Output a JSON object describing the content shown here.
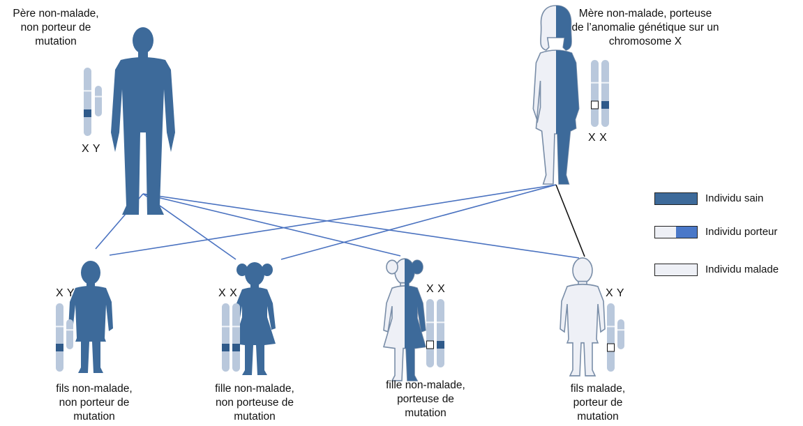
{
  "father": {
    "label": [
      "Père non-malade,",
      "non porteur de",
      "mutation"
    ],
    "chromosomes": "X Y"
  },
  "mother": {
    "label": [
      "Mère non-malade, porteuse",
      "de l’anomalie génétique sur un",
      "chromosome X"
    ],
    "chromosomes": "X X"
  },
  "children": [
    {
      "label": [
        "fils non-malade,",
        "non porteur de",
        "mutation"
      ],
      "chromosomes": "X Y",
      "status": "sain"
    },
    {
      "label": [
        "fille non-malade,",
        "non porteuse de",
        "mutation"
      ],
      "chromosomes": "X X",
      "status": "sain"
    },
    {
      "label": [
        "fille non-malade,",
        "porteuse de",
        "mutation"
      ],
      "chromosomes": "X X",
      "status": "porteur"
    },
    {
      "label": [
        "fils malade,",
        "porteur de",
        "mutation"
      ],
      "chromosomes": "X Y",
      "status": "malade"
    }
  ],
  "legend": [
    {
      "label": "Individu sain",
      "style": "sain"
    },
    {
      "label": "Individu porteur",
      "style": "porteur"
    },
    {
      "label": "Individu malade",
      "style": "malade"
    }
  ],
  "colors": {
    "healthy_fill": "#3d6a9a",
    "affected_fill": "#eef0f6",
    "carrier_legend_fill": "#4a78c8",
    "chromosome": "#b9c8dc",
    "chromosome_band": "#2f5a8a",
    "line_blue": "#4a72c0",
    "line_black": "#111111",
    "outline": "#7a8ea8"
  },
  "icons": [
    "man-silhouette-icon",
    "woman-silhouette-icon",
    "boy-silhouette-icon",
    "girl-silhouette-icon",
    "chromosome-icon"
  ]
}
